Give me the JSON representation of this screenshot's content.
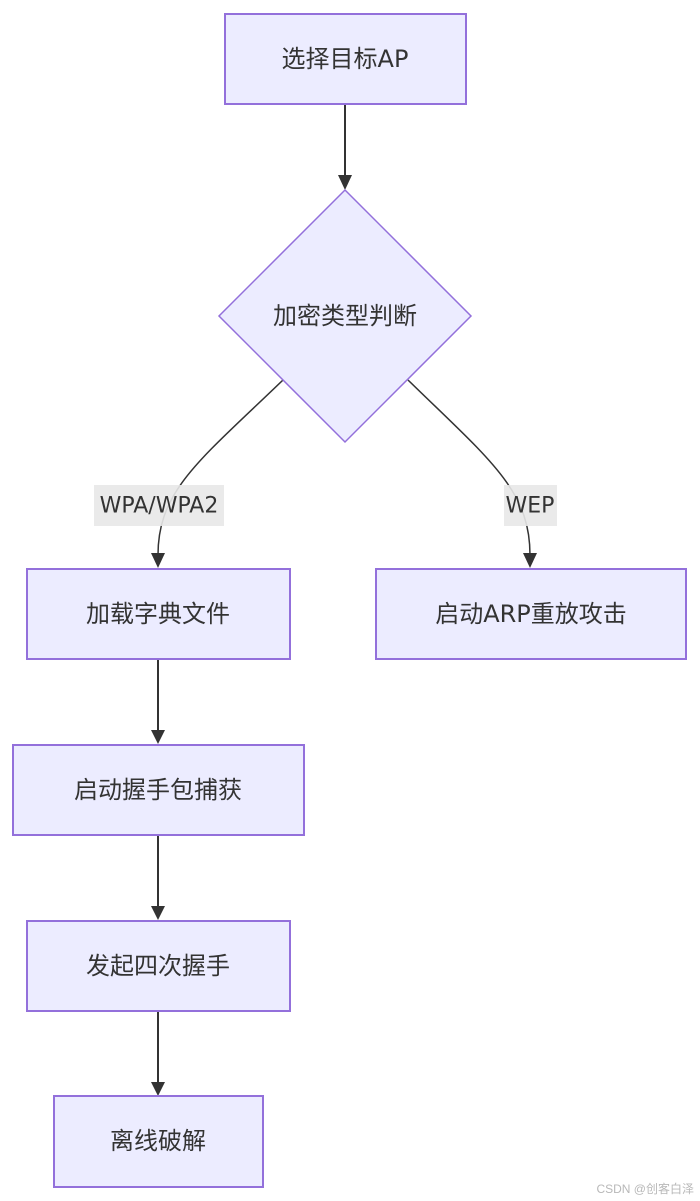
{
  "diagram": {
    "type": "flowchart",
    "direction": "top-down",
    "colors": {
      "node_fill": "#ECECFF",
      "node_stroke": "#9370DB",
      "edge": "#333333",
      "text": "#333333",
      "edge_label_bg": "#e8e8e8"
    },
    "nodes": {
      "select_ap": {
        "label": "选择目标AP",
        "shape": "rect"
      },
      "encryption_check": {
        "label": "加密类型判断",
        "shape": "diamond"
      },
      "load_dictionary": {
        "label": "加载字典文件",
        "shape": "rect"
      },
      "arp_replay": {
        "label": "启动ARP重放攻击",
        "shape": "rect"
      },
      "capture_handshake": {
        "label": "启动握手包捕获",
        "shape": "rect"
      },
      "four_way_handshake": {
        "label": "发起四次握手",
        "shape": "rect"
      },
      "offline_crack": {
        "label": "离线破解",
        "shape": "rect"
      }
    },
    "edges": [
      {
        "from": "select_ap",
        "to": "encryption_check",
        "label": ""
      },
      {
        "from": "encryption_check",
        "to": "load_dictionary",
        "label": "WPA/WPA2"
      },
      {
        "from": "encryption_check",
        "to": "arp_replay",
        "label": "WEP"
      },
      {
        "from": "load_dictionary",
        "to": "capture_handshake",
        "label": ""
      },
      {
        "from": "capture_handshake",
        "to": "four_way_handshake",
        "label": ""
      },
      {
        "from": "four_way_handshake",
        "to": "offline_crack",
        "label": ""
      }
    ]
  },
  "watermark": "CSDN @创客白泽"
}
